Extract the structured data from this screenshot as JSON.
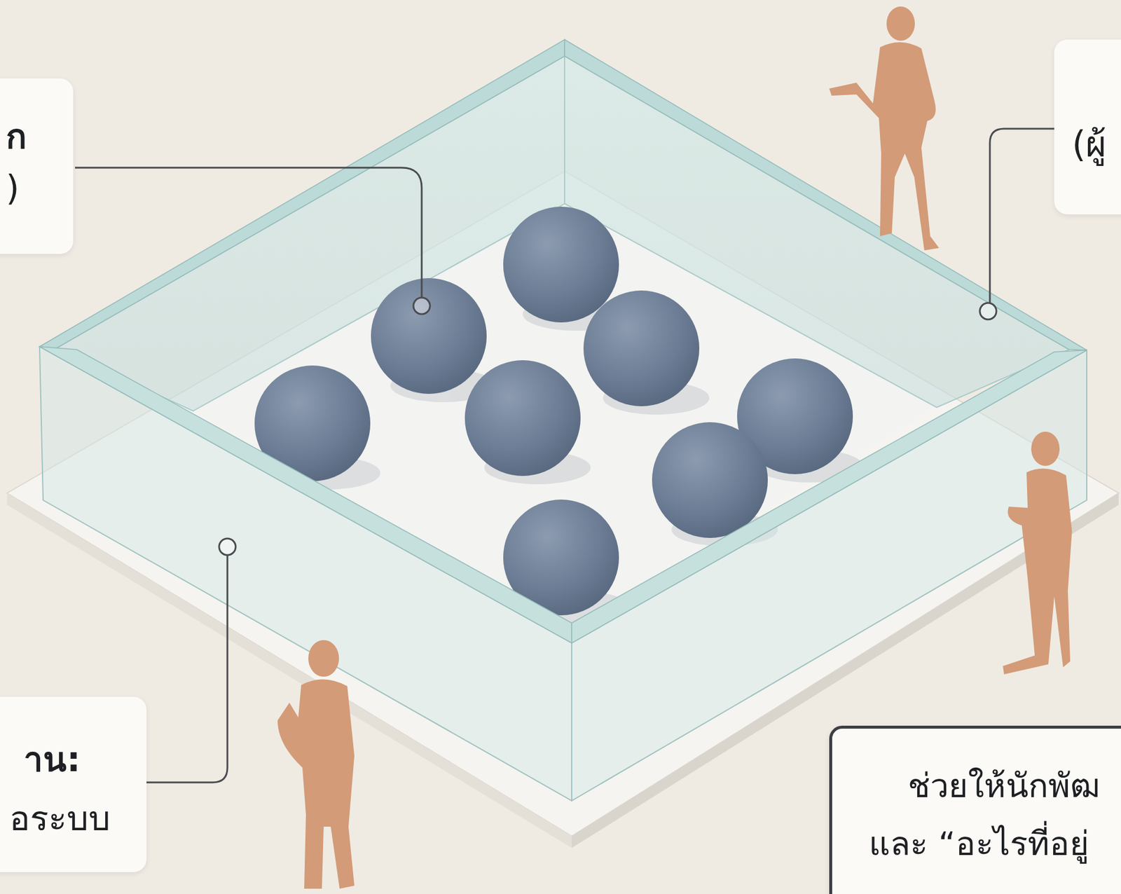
{
  "diagram": {
    "nodes": [
      {
        "text": [
          "ก",
          ")"
        ]
      },
      {
        "text": [
          "(ผู้"
        ]
      },
      {
        "text": [
          "าน:",
          "อระบบ"
        ]
      },
      {
        "text": [
          "ช่วยให้นักพัฒ",
          "และ “อะไรที่อยู่"
        ]
      }
    ]
  }
}
